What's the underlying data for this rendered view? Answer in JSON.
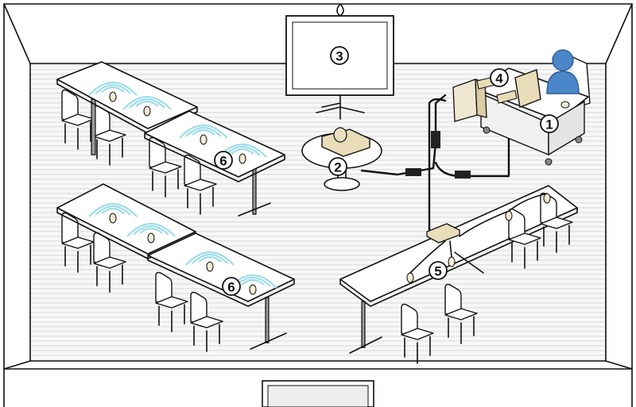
{
  "diagram": {
    "labels": {
      "desk_pc": "1",
      "projector": "2",
      "screen": "3",
      "hub": "4",
      "mixer": "5",
      "mic_group_top": "6",
      "mic_group_bottom": "6"
    },
    "colors": {
      "wave": "#9fdde8",
      "person": "#4a86c8",
      "equipment": "#e9dcb8",
      "floor_stripe": "#e6e6e6"
    }
  }
}
